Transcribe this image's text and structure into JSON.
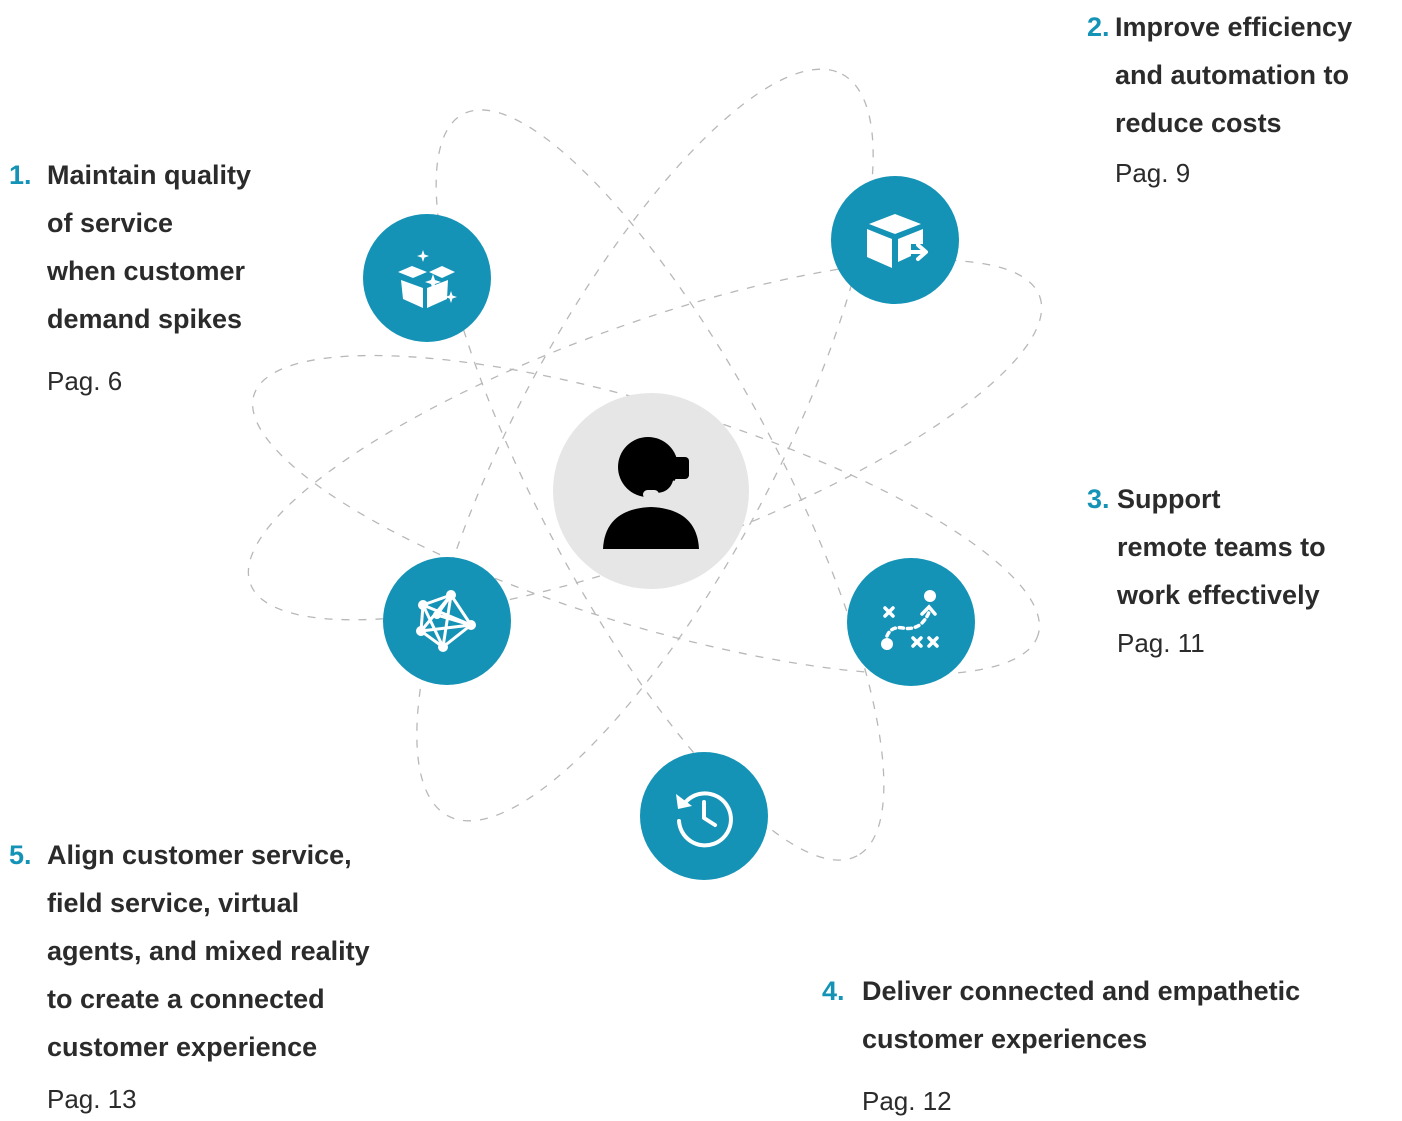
{
  "colors": {
    "accent": "#1593b6",
    "center_bg": "#e6e6e6",
    "orbit": "#b8b8b8",
    "text": "#2b2b2b"
  },
  "center": {
    "icon": "customer-service-agent-icon"
  },
  "goals": [
    {
      "number": "1.",
      "text": "Maintain quality\nof service\nwhen customer\ndemand spikes",
      "page": "Pag. 6",
      "icon": "gift-box-sparkle-icon"
    },
    {
      "number": "2.",
      "text": "Improve efficiency\nand automation to\nreduce costs",
      "page": "Pag. 9",
      "icon": "package-arrow-icon"
    },
    {
      "number": "3.",
      "text": "Support\nremote teams to\nwork effectively",
      "page": "Pag. 11",
      "icon": "strategy-play-icon"
    },
    {
      "number": "4.",
      "text": "Deliver connected and empathetic\ncustomer experiences",
      "page": "Pag. 12",
      "icon": "history-clock-icon"
    },
    {
      "number": "5.",
      "text": "Align customer service,\nfield service, virtual\nagents, and mixed reality\nto create a connected\ncustomer experience",
      "page": "Pag. 13",
      "icon": "network-graph-icon"
    }
  ]
}
